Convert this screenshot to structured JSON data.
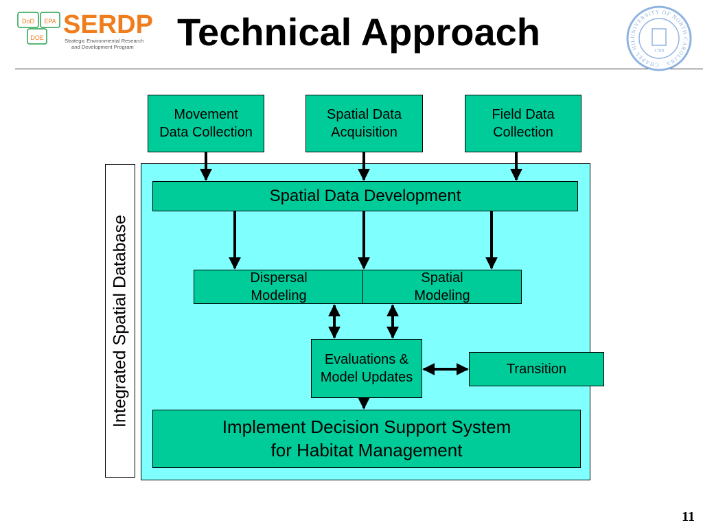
{
  "header": {
    "title": "Technical Approach",
    "logo": {
      "name": "SERDP",
      "subtitle_line1": "Strategic Environmental Research",
      "subtitle_line2": "and Development Program",
      "tags": [
        "DoD",
        "EPA",
        "DOE"
      ],
      "colors": {
        "orange": "#f07d1c",
        "green": "#22a14a",
        "gray": "#777777"
      }
    },
    "seal": {
      "text": "UNIVERSITY OF NORTH CAROLINA · CHAPEL HILL ·",
      "year": "1789",
      "color": "#8fb3e0"
    }
  },
  "diagram": {
    "panel_color": "#80ffff",
    "node_color": "#00cc99",
    "database_label": "Integrated Spatial Database",
    "nodes": {
      "movement": "Movement\nData Collection",
      "spatial_acq": "Spatial Data\nAcquisition",
      "field": "Field Data\nCollection",
      "development": "Spatial Data Development",
      "dispersal": "Dispersal\nModeling",
      "spatial_model": "Spatial\nModeling",
      "evaluations": "Evaluations &\nModel Updates",
      "transition": "Transition",
      "implement": "Implement Decision Support System\nfor Habitat Management"
    }
  },
  "footer": {
    "page_number": "11"
  }
}
